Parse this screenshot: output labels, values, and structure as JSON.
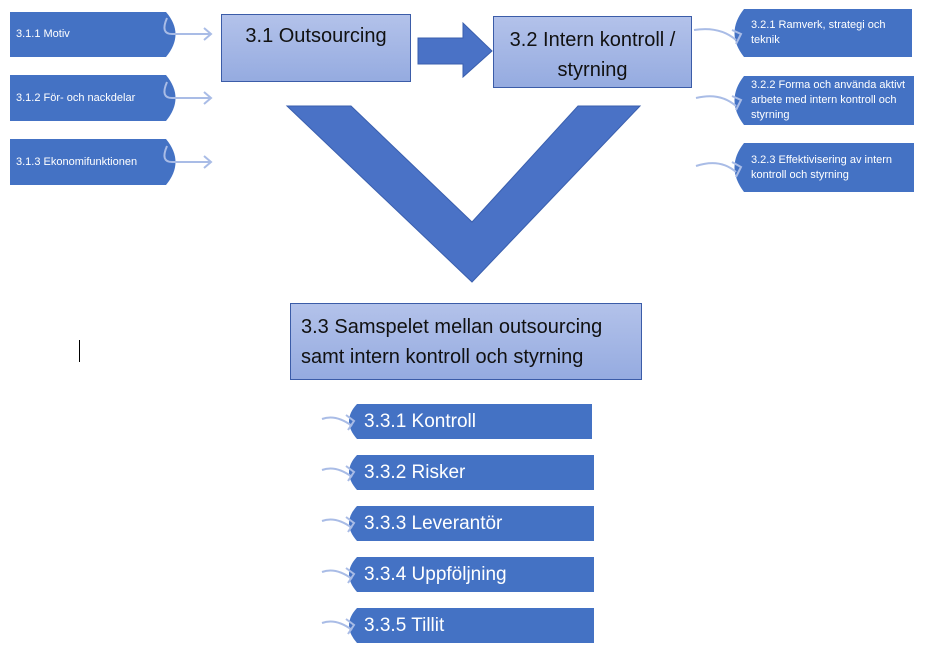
{
  "colors": {
    "tag_fill": "#4472c4",
    "box_fill": "#a4b6e6",
    "arrow_fill": "#4a72c6",
    "connector": "#a9bce6"
  },
  "nodes": {
    "n31": {
      "label": "3.1 Outsourcing"
    },
    "n32": {
      "label": "3.2 Intern kontroll / styrning"
    },
    "n33": {
      "label": "3.3 Samspelet mellan outsourcing samt intern kontroll och styrning"
    }
  },
  "left_tags": [
    {
      "label": "3.1.1 Motiv"
    },
    {
      "label": "3.1.2 För- och nackdelar"
    },
    {
      "label": "3.1.3 Ekonomifunktionen"
    }
  ],
  "right_tags": [
    {
      "label": "3.2.1 Ramverk, strategi och teknik"
    },
    {
      "label": "3.2.2 Forma och använda aktivt arbete med intern kontroll och styrning"
    },
    {
      "label": "3.2.3 Effektivisering av intern kontroll och styrning"
    }
  ],
  "bottom_tags": [
    {
      "label": "3.3.1 Kontroll"
    },
    {
      "label": "3.3.2 Risker"
    },
    {
      "label": "3.3.3 Leverantör"
    },
    {
      "label": "3.3.4 Uppföljning"
    },
    {
      "label": "3.3.5 Tillit"
    }
  ]
}
